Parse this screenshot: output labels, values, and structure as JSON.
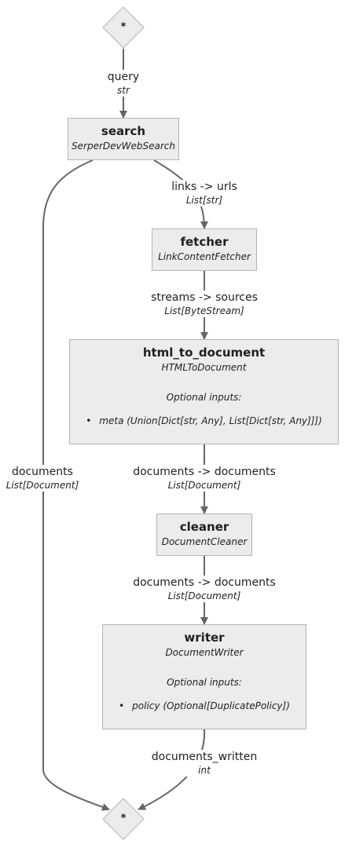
{
  "start_node": {
    "label": "*"
  },
  "end_node": {
    "label": "*"
  },
  "nodes": {
    "search": {
      "name": "search",
      "type": "SerperDevWebSearch"
    },
    "fetcher": {
      "name": "fetcher",
      "type": "LinkContentFetcher"
    },
    "html_to_document": {
      "name": "html_to_document",
      "type": "HTMLToDocument",
      "optional_title": "Optional inputs:",
      "optional_items": [
        "meta (Union[Dict[str, Any], List[Dict[str, Any]]])"
      ]
    },
    "cleaner": {
      "name": "cleaner",
      "type": "DocumentCleaner"
    },
    "writer": {
      "name": "writer",
      "type": "DocumentWriter",
      "optional_title": "Optional inputs:",
      "optional_items": [
        "policy (Optional[DuplicatePolicy])"
      ]
    }
  },
  "edges": {
    "start_search": {
      "name": "query",
      "type": "str"
    },
    "search_fetcher": {
      "name": "links -> urls",
      "type": "List[str]"
    },
    "fetcher_html": {
      "name": "streams -> sources",
      "type": "List[ByteStream]"
    },
    "html_cleaner": {
      "name": "documents -> documents",
      "type": "List[Document]"
    },
    "cleaner_writer": {
      "name": "documents -> documents",
      "type": "List[Document]"
    },
    "search_end": {
      "name": "documents",
      "type": "List[Document]"
    },
    "writer_end": {
      "name": "documents_written",
      "type": "int"
    }
  },
  "colors": {
    "node_fill": "#ececec",
    "node_border": "#b5b5b5",
    "edge": "#666666"
  }
}
